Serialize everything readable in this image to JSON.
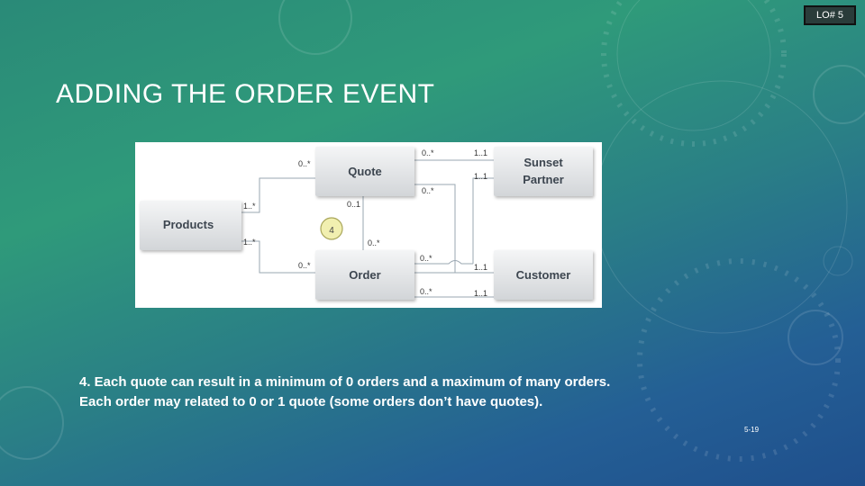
{
  "slide": {
    "badge": "LO# 5",
    "title": "ADDING THE ORDER EVENT",
    "caption_line1": "4.  Each quote can result in a minimum of 0 orders and a maximum of many orders.",
    "caption_line2": "Each order may related to 0 or 1 quote (some orders don’t have quotes).",
    "page_number": "5-19"
  },
  "diagram": {
    "entities": {
      "quote": "Quote",
      "sunset_partner_line1": "Sunset",
      "sunset_partner_line2": "Partner",
      "products": "Products",
      "order": "Order",
      "customer": "Customer"
    },
    "marker": "4",
    "multiplicities": {
      "quote_products_quote_end": "0..*",
      "quote_sunset_quote_end": "0..*",
      "quote_sunset_partner_end": "1..1",
      "partner_order_partner_end": "1..1",
      "quote_customer_quote_end": "0..*",
      "products_quote_products_end": "1..*",
      "products_order_products_end": "1..*",
      "quote_order_quote_end": "0..1",
      "quote_order_order_end": "0..*",
      "order_products_order_end": "0..*",
      "order_partner_order_end": "0..*",
      "order_customer_order_end": "0..*",
      "order_customer_customer_end": "1..1",
      "quote_customer_customer_end": "1..1"
    },
    "colors": {
      "box_fill_top": "#f4f5f6",
      "box_fill_bottom": "#d2d5d8",
      "marker_fill": "#f1efb0",
      "marker_stroke": "#a9a65a",
      "line": "#9aa7b2"
    }
  }
}
